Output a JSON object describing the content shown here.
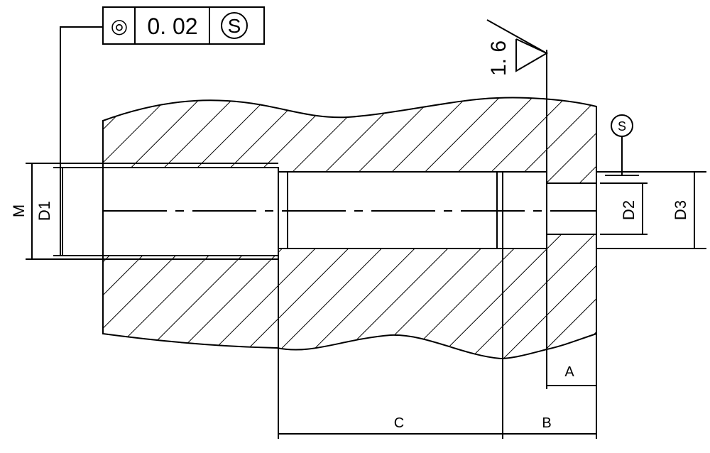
{
  "drawing": {
    "feature_control_frame": {
      "symbol": "◎",
      "symbol_name": "concentricity",
      "tolerance": "0. 02",
      "modifier": "S"
    },
    "surface_finish": "1. 6",
    "surface_marker": "S",
    "dimensions": {
      "M": "M",
      "D1": "D1",
      "D2": "D2",
      "D3": "D3",
      "A": "A",
      "B": "B",
      "C": "C"
    },
    "colors": {
      "line": "#000000",
      "background": "#ffffff"
    }
  }
}
